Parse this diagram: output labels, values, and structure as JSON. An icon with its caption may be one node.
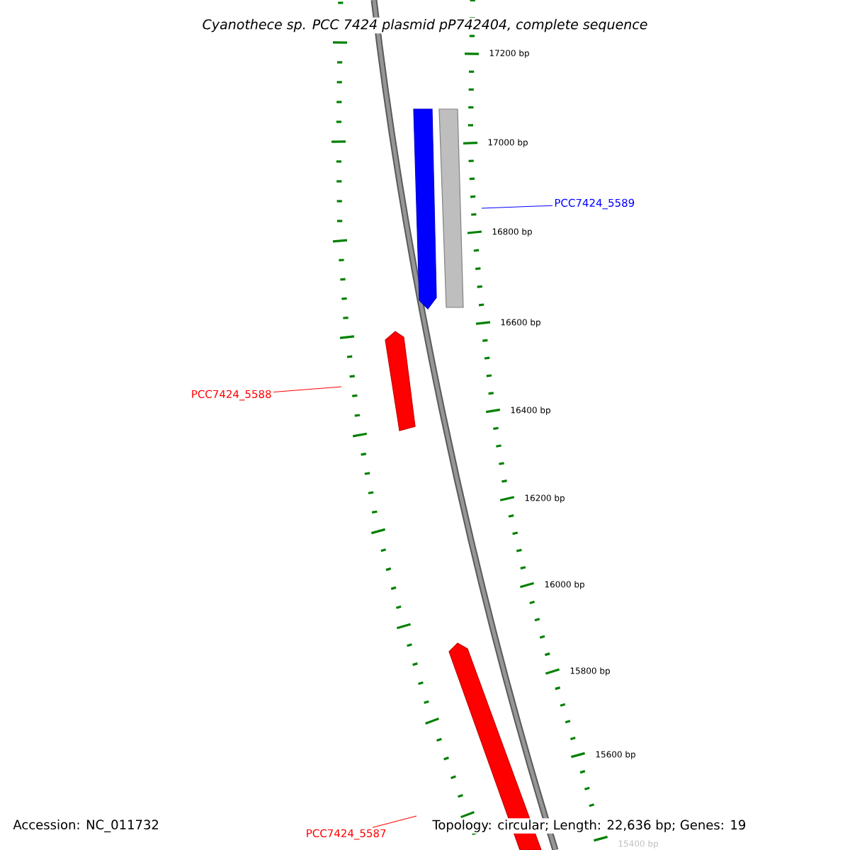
{
  "diagram": {
    "title": "*Cyanothece* sp. PCC 7424 plasmid pP742404, complete sequence",
    "nodes": [
      {
        "text": [
          "PCC7424_5589"
        ]
      },
      {
        "text": [
          "PCC7424_5588"
        ]
      },
      {
        "text": [
          "PCC7424_5587"
        ]
      }
    ],
    "edges": [
      {
        "from": 0,
        "to": null,
        "arrow": "none",
        "color": "#0000ff"
      },
      {
        "from": 1,
        "to": null,
        "arrow": "none",
        "color": "#ff0000"
      },
      {
        "from": 2,
        "to": null,
        "arrow": "none",
        "color": "#ff0000"
      }
    ],
    "labels": [
      "17200 bp",
      "17000 bp",
      "16800 bp",
      "16600 bp",
      "16400 bp",
      "16200 bp",
      "16000 bp",
      "15800 bp",
      "15600 bp",
      "15400 bp",
      "Accession: NC_011732",
      "Topology: circular; Length: 22,636 bp; Genes: 19"
    ]
  }
}
